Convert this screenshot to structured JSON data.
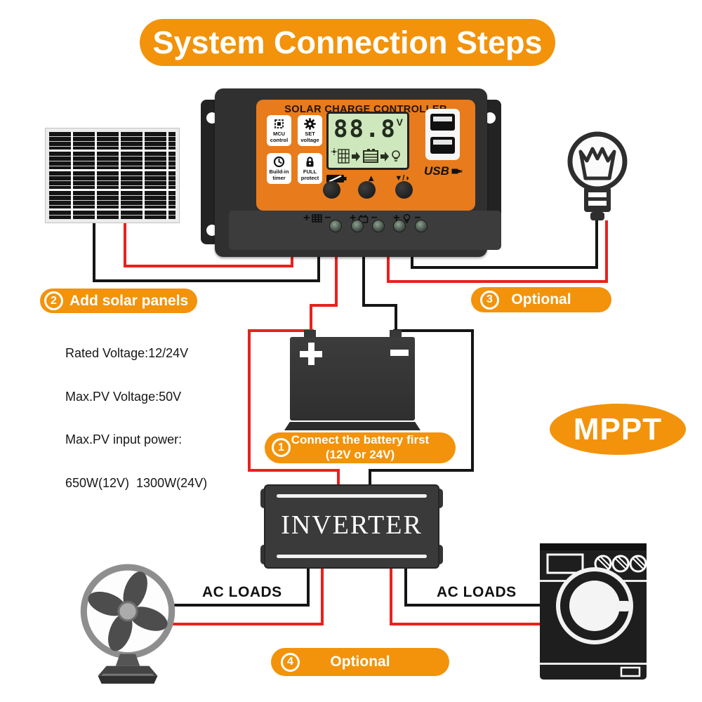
{
  "title": "System Connection Steps",
  "controller": {
    "heading": "SOLAR CHARGE CONTROLLER",
    "features": [
      {
        "label": "MCU control"
      },
      {
        "label": "SET voltage"
      },
      {
        "label": "Build-in timer"
      },
      {
        "label": "FULL protect"
      }
    ],
    "lcd": {
      "value": "88.8",
      "unit": "V"
    },
    "indicators": {
      "up": "▲",
      "down": "▼/◑"
    },
    "usb_label": "USB",
    "terminals": {
      "plus": "+",
      "minus": "−"
    }
  },
  "steps": [
    {
      "number": "1",
      "line1": "Connect the battery first",
      "line2": "(12V or 24V)"
    },
    {
      "number": "2",
      "label": "Add solar panels"
    },
    {
      "number": "3",
      "label": "Optional"
    },
    {
      "number": "4",
      "label": "Optional"
    }
  ],
  "specs": [
    "Rated Voltage:12/24V",
    "Max.PV Voltage:50V",
    "Max.PV input power:",
    "650W(12V)  1300W(24V)"
  ],
  "inverter_label": "INVERTER",
  "ac_loads": {
    "left": "AC LOADS",
    "right": "AC LOADS"
  },
  "mppt": "MPPT",
  "colors": {
    "accent_orange": "#F2930B",
    "controller_face_orange": "#E87B1C",
    "wire_red": "#E9211C",
    "wire_black": "#151515",
    "lcd_green": "#CFE7BD"
  }
}
